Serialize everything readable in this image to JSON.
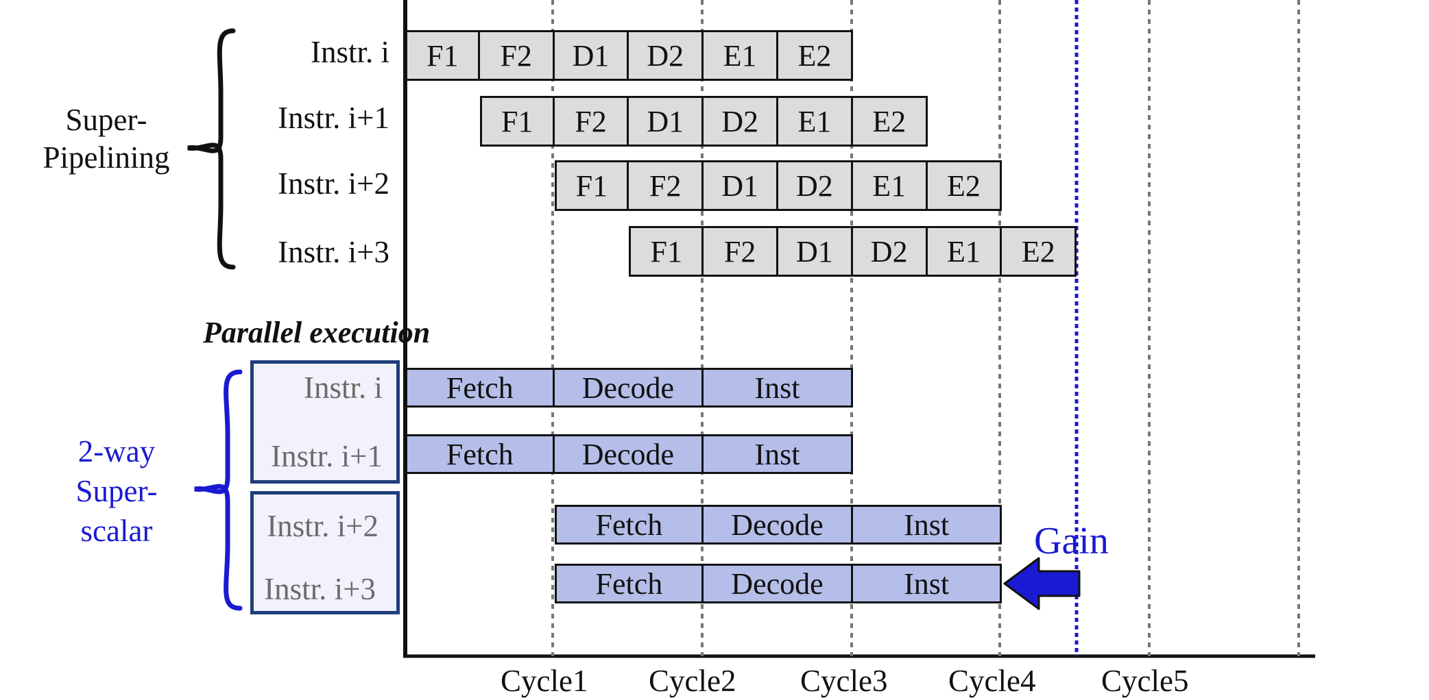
{
  "superpipelining": {
    "label_line1": "Super-",
    "label_line2": "Pipelining",
    "rows": [
      {
        "label": "Instr. i",
        "start": 0,
        "stages": [
          "F1",
          "F2",
          "D1",
          "D2",
          "E1",
          "E2"
        ]
      },
      {
        "label": "Instr. i+1",
        "start": 1,
        "stages": [
          "F1",
          "F2",
          "D1",
          "D2",
          "E1",
          "E2"
        ]
      },
      {
        "label": "Instr. i+2",
        "start": 2,
        "stages": [
          "F1",
          "F2",
          "D1",
          "D2",
          "E1",
          "E2"
        ]
      },
      {
        "label": "Instr. i+3",
        "start": 3,
        "stages": [
          "F1",
          "F2",
          "D1",
          "D2",
          "E1",
          "E2"
        ]
      }
    ]
  },
  "parallel_title": "Parallel execution",
  "superscalar": {
    "label_line1": "2-way",
    "label_line2": "Super-",
    "label_line3": "scalar",
    "rows": [
      {
        "label": "Instr. i",
        "start": 0,
        "stages": [
          "Fetch",
          "Decode",
          "Inst"
        ]
      },
      {
        "label": "Instr. i+1",
        "start": 0,
        "stages": [
          "Fetch",
          "Decode",
          "Inst"
        ]
      },
      {
        "label": "Instr. i+2",
        "start": 1,
        "stages": [
          "Fetch",
          "Decode",
          "Inst"
        ]
      },
      {
        "label": "Instr. i+3",
        "start": 1,
        "stages": [
          "Fetch",
          "Decode",
          "Inst"
        ]
      }
    ]
  },
  "cycles": [
    "Cycle1",
    "Cycle2",
    "Cycle3",
    "Cycle4",
    "Cycle5"
  ],
  "gain_label": "Gain",
  "colors": {
    "pipeline_fill": "#dcdcdc",
    "superscalar_fill": "#b4bee8",
    "accent_blue": "#1a1ad2",
    "box_border": "#1f3f7a"
  }
}
